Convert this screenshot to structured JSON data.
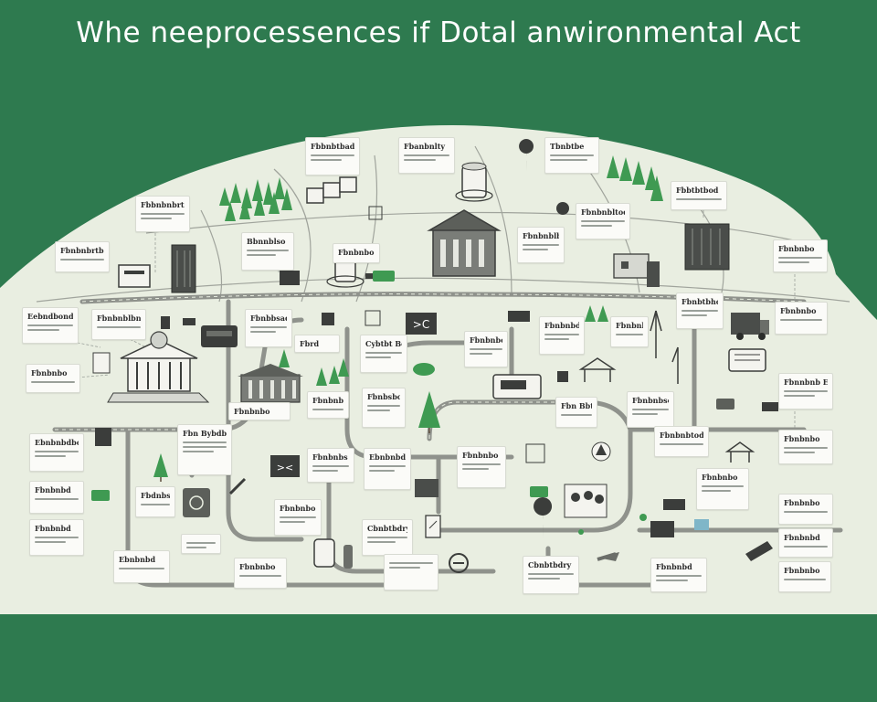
{
  "title": "Whe neeprocessences if Dotal anwironmental Act",
  "colors": {
    "background": "#2e7a4f",
    "map_fill": "#e9eee1",
    "road": "#8f928c",
    "tree": "#3f9a52",
    "icon_dark": "#3b3d3b"
  },
  "labels": [
    {
      "id": "l01",
      "text": "Fbbnbtbad"
    },
    {
      "id": "l02",
      "text": "Fbanbnlty"
    },
    {
      "id": "l03",
      "text": "Tbnbtbe"
    },
    {
      "id": "l04",
      "text": "Fbbnbnbrtr"
    },
    {
      "id": "l05",
      "text": "Fbbtbtbod"
    },
    {
      "id": "l06",
      "text": "Fbnbnbltod"
    },
    {
      "id": "l07",
      "text": "Fbnbnblbuty"
    },
    {
      "id": "l08",
      "text": "Bbnnblso"
    },
    {
      "id": "l09",
      "text": "Fbnbnbo"
    },
    {
      "id": "l10",
      "text": "Fbnbnbrtb"
    },
    {
      "id": "l11",
      "text": "Fbnbnbo"
    },
    {
      "id": "l12",
      "text": "Eebndbond"
    },
    {
      "id": "l13",
      "text": "Fbnbnblbno"
    },
    {
      "id": "l14",
      "text": "Fbnbbsad"
    },
    {
      "id": "l15",
      "text": "Fbnbtbhod"
    },
    {
      "id": "l16",
      "text": "Fbnbnbo"
    },
    {
      "id": "l17",
      "text": "Fbrd"
    },
    {
      "id": "l18",
      "text": "Cybtbt Boudby"
    },
    {
      "id": "l19",
      "text": "Fbnbnbo"
    },
    {
      "id": "l20",
      "text": "Fbnbnbd"
    },
    {
      "id": "l21",
      "text": "Fbnbnb"
    },
    {
      "id": "l22",
      "text": "Fbnbnbo"
    },
    {
      "id": "l23",
      "text": "Fbnbnbnb"
    },
    {
      "id": "l24",
      "text": "Fbnbsbo"
    },
    {
      "id": "l25",
      "text": "Fbnbnbo"
    },
    {
      "id": "l26",
      "text": "Fbn Bbtay"
    },
    {
      "id": "l27",
      "text": "Fbnbnbso"
    },
    {
      "id": "l28",
      "text": "Fbnnbnb Ebnbbdbn"
    },
    {
      "id": "l29",
      "text": "Fbn Bybdbny"
    },
    {
      "id": "l30",
      "text": "Ebnbnbdbo"
    },
    {
      "id": "l31",
      "text": "Fbnbnbtod"
    },
    {
      "id": "l32",
      "text": "Fbnbnbo"
    },
    {
      "id": "l33",
      "text": "Fbnbnbs"
    },
    {
      "id": "l34",
      "text": "Ebnbnbdbn"
    },
    {
      "id": "l35",
      "text": "Fbnbnbo"
    },
    {
      "id": "l36",
      "text": "Fbnbnbd"
    },
    {
      "id": "l37",
      "text": "Fbdnbsbd"
    },
    {
      "id": "l38",
      "text": "Fbnbnbo"
    },
    {
      "id": "l39",
      "text": "Fbnbnbo"
    },
    {
      "id": "l40",
      "text": "Fbnbnbo"
    },
    {
      "id": "l41",
      "text": "Fbnbnbd"
    },
    {
      "id": "l42",
      "text": "Cbnbtbdry"
    },
    {
      "id": "l43",
      "text": "Fbnbnbd"
    },
    {
      "id": "l44",
      "text": "Ebnbnbd"
    },
    {
      "id": "l45",
      "text": "Fbnbnbo"
    }
  ]
}
